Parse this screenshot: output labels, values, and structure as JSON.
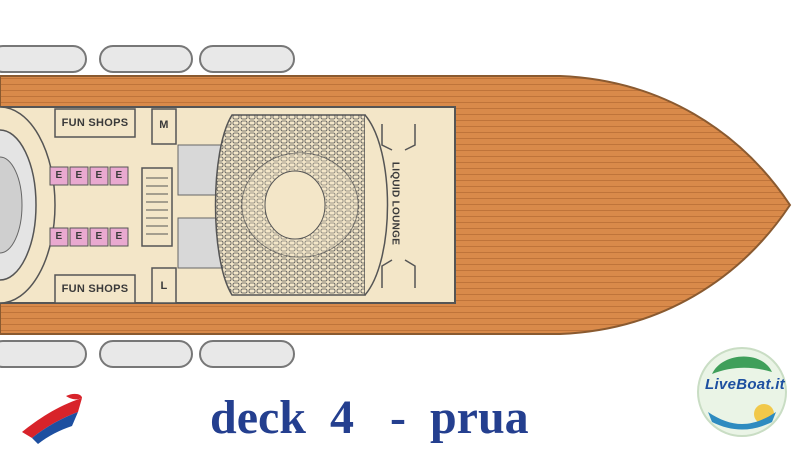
{
  "deck_plan": {
    "rooms": {
      "fun_shops_top": "FUN SHOPS",
      "fun_shops_bottom": "FUN SHOPS",
      "lounge": "LIQUID LOUNGE",
      "stair_top": "M",
      "stair_bottom": "L",
      "elevator_mark": "E"
    }
  },
  "caption": "deck  4   -  prua",
  "logo": {
    "brand_text": "LiveBoat.it",
    "funnel_icon": "carnival-funnel-icon"
  },
  "colors": {
    "deck_wood": "#d98a4a",
    "interior": "#f3e6c8",
    "elevator": "#e9a9d0",
    "caption": "#243f8f",
    "funnel_red": "#d8232a",
    "funnel_blue": "#1d4fa0"
  }
}
